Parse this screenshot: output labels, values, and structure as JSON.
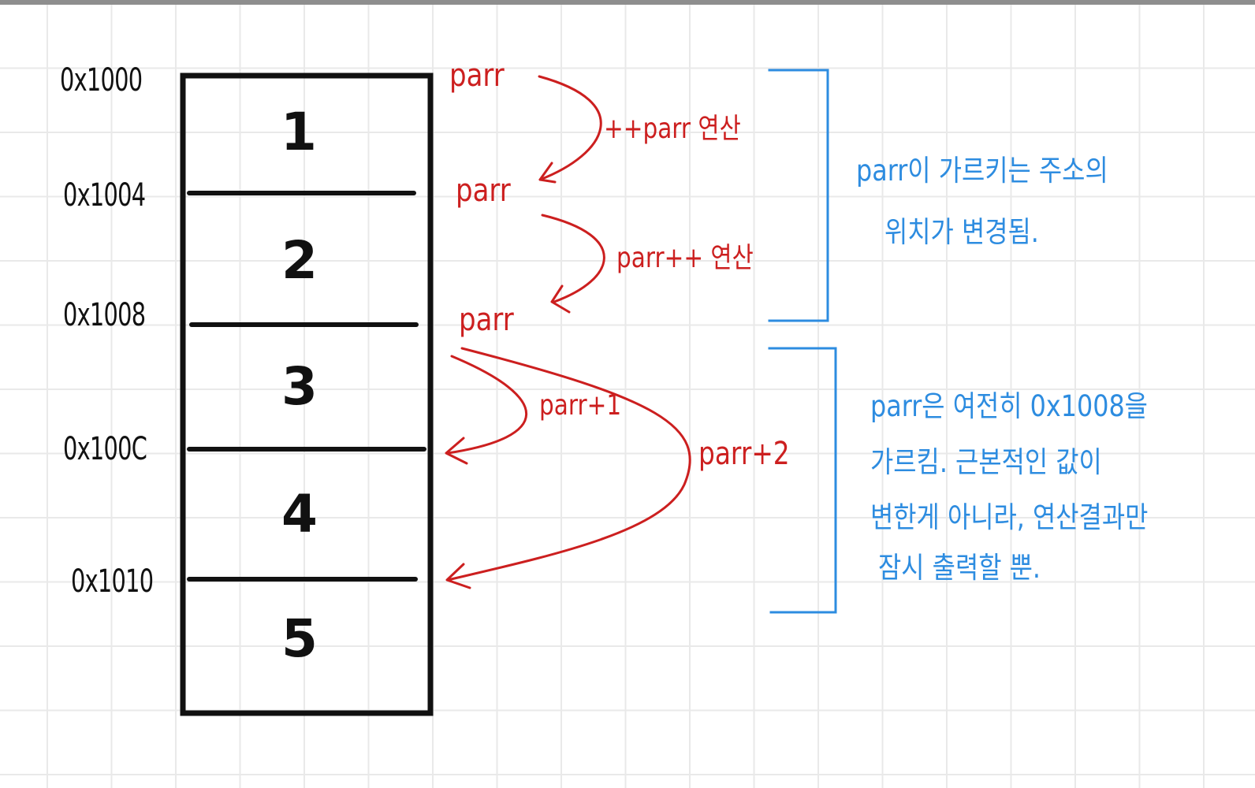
{
  "memory": {
    "addresses": [
      "0x1000",
      "0x1004",
      "0x1008",
      "0x100C",
      "0x1010"
    ],
    "cells": [
      "1",
      "2",
      "3",
      "4",
      "5"
    ]
  },
  "red_labels": {
    "parr_1": "parr",
    "op_1": "++parr 연산",
    "parr_2": "parr",
    "op_2": "parr++ 연산",
    "parr_3": "parr",
    "op_plus1": "parr+1",
    "op_plus2": "parr+2"
  },
  "notes": {
    "top": [
      "parr이 가르키는 주소의",
      "위치가 변경됨."
    ],
    "bottom": [
      "parr은 여전히 0x1008을",
      "가르킴. 근본적인 값이",
      "변한게 아니라, 연산결과만",
      "잠시 출력할 뿐."
    ]
  },
  "colors": {
    "ink": "#111111",
    "red": "#cc1f1f",
    "blue": "#2d8ce0",
    "grid": "#e9e9e9"
  }
}
